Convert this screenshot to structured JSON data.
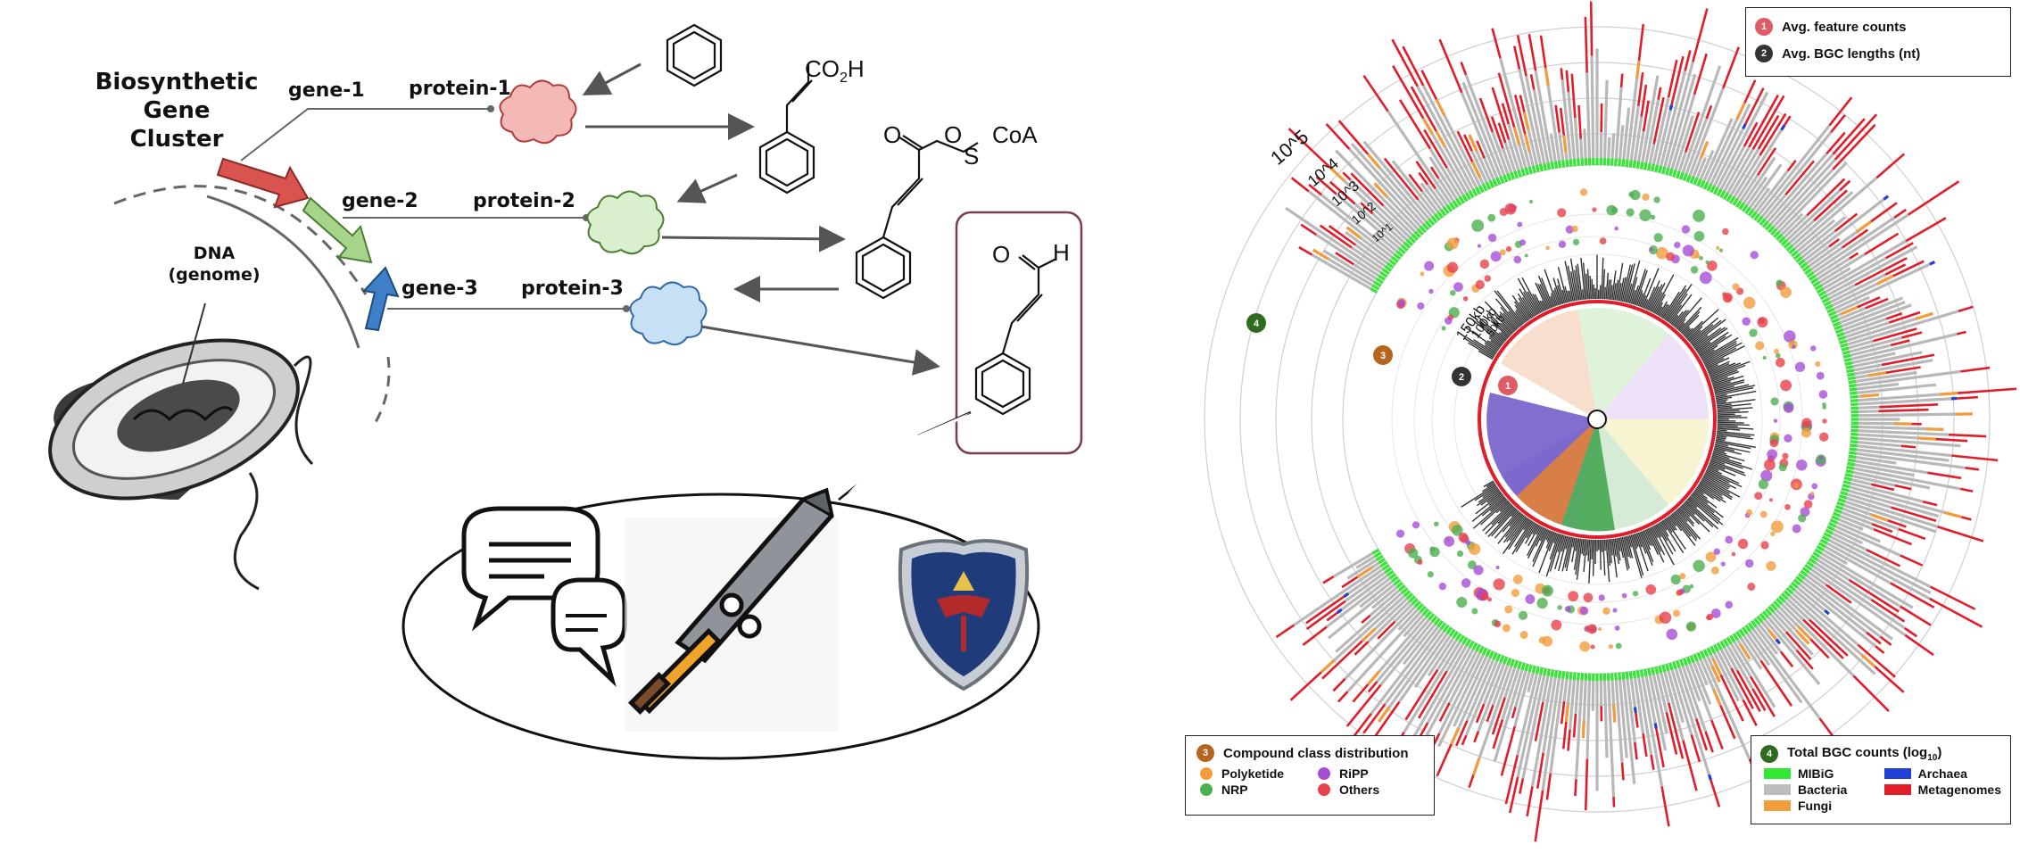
{
  "left": {
    "cluster_label": [
      "Biosynthetic",
      "Gene",
      "Cluster"
    ],
    "dna_label": [
      "DNA",
      "(genome)"
    ],
    "genes": [
      {
        "gene": "gene-1",
        "protein": "protein-1",
        "color": "#d9534f",
        "blob": "#f4b8b6"
      },
      {
        "gene": "gene-2",
        "protein": "protein-2",
        "color": "#7fbf5f",
        "blob": "#cfe9c3"
      },
      {
        "gene": "gene-3",
        "protein": "protein-3",
        "color": "#3f7fc7",
        "blob": "#b9d6f2"
      }
    ],
    "chem": {
      "co2h": "CO2H",
      "coa": "CoA",
      "o": "O",
      "s": "S",
      "h": "H"
    }
  },
  "right": {
    "scale_labels": [
      "10^5",
      "10^4",
      "10^3",
      "10^2",
      "10^1"
    ],
    "length_labels": [
      "150kb",
      "100kb",
      "50kb"
    ],
    "rings": [
      {
        "num": "1",
        "color": "#e05c65"
      },
      {
        "num": "2",
        "color": "#333333"
      },
      {
        "num": "3",
        "color": "#b5651d"
      },
      {
        "num": "4",
        "color": "#2e6b1f"
      }
    ],
    "legend_top": [
      {
        "num": "1",
        "color": "#e05c65",
        "label": "Avg. feature counts"
      },
      {
        "num": "2",
        "color": "#333333",
        "label": "Avg. BGC lengths (nt)"
      }
    ],
    "legend_class": {
      "num": "3",
      "color": "#b5651d",
      "title": "Compound class distribution",
      "items": [
        {
          "label": "Polyketide",
          "color": "#f39c3c"
        },
        {
          "label": "RiPP",
          "color": "#a64dd6"
        },
        {
          "label": "NRP",
          "color": "#4caf50"
        },
        {
          "label": "Others",
          "color": "#e8414b"
        }
      ]
    },
    "legend_counts": {
      "num": "4",
      "color": "#2e6b1f",
      "title": "Total BGC counts (log",
      "sub": "10",
      "close": ")",
      "items": [
        {
          "label": "MIBiG",
          "color": "#33e833"
        },
        {
          "label": "Archaea",
          "color": "#1f3fd6"
        },
        {
          "label": "Bacteria",
          "color": "#bdbdbd"
        },
        {
          "label": "Metagenomes",
          "color": "#e11d2a"
        },
        {
          "label": "Fungi",
          "color": "#f39c3c"
        }
      ]
    }
  }
}
